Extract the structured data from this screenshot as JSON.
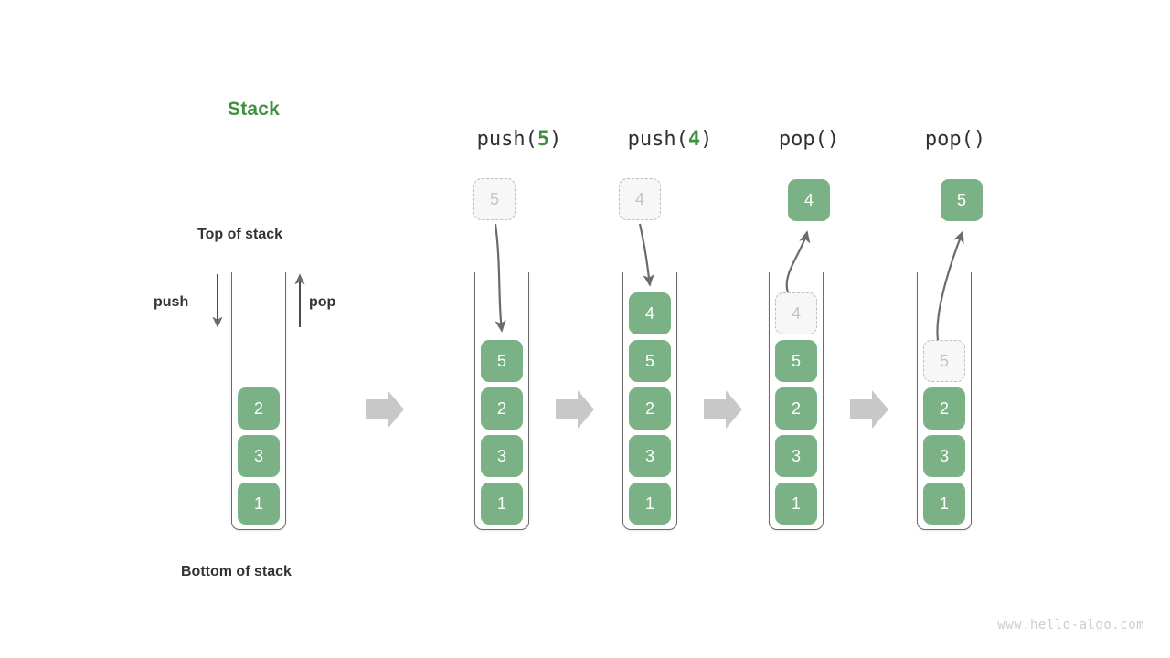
{
  "diagram": {
    "title": "Stack",
    "top_label": "Top of stack",
    "bottom_label": "Bottom of stack",
    "push_label": "push",
    "pop_label": "pop",
    "watermark": "www.hello-algo.com"
  },
  "colors": {
    "cell_fill": "#7ab286",
    "cell_text": "#ffffff",
    "ghost_fill": "#f7f7f7",
    "ghost_border": "#bdbdbd",
    "ghost_text": "#c4c4c4",
    "title_green": "#3f9142",
    "label_dark": "#333333",
    "arrow_gray": "#6b6b6b",
    "step_arrow_gray": "#c8c8c8",
    "container_border": "#6b6b6b",
    "watermark_gray": "#cdcdcd"
  },
  "columns": [
    {
      "id": "initial",
      "op_label": null,
      "op_prefix": "",
      "op_number": "",
      "op_suffix": "",
      "cells": [
        "2",
        "3",
        "1"
      ],
      "incoming": null,
      "ghost_in_stack": null,
      "popped": null
    },
    {
      "id": "push-5",
      "op_label": "push(5)",
      "op_prefix": "push(",
      "op_number": "5",
      "op_suffix": ")",
      "cells": [
        "5",
        "2",
        "3",
        "1"
      ],
      "incoming": "5",
      "ghost_in_stack": null,
      "popped": null
    },
    {
      "id": "push-4",
      "op_label": "push(4)",
      "op_prefix": "push(",
      "op_number": "4",
      "op_suffix": ")",
      "cells": [
        "4",
        "5",
        "2",
        "3",
        "1"
      ],
      "incoming": "4",
      "ghost_in_stack": null,
      "popped": null
    },
    {
      "id": "pop-4",
      "op_label": "pop()",
      "op_prefix": "pop(",
      "op_number": "",
      "op_suffix": ")",
      "cells": [
        "5",
        "2",
        "3",
        "1"
      ],
      "incoming": null,
      "ghost_in_stack": "4",
      "popped": "4"
    },
    {
      "id": "pop-5",
      "op_label": "pop()",
      "op_prefix": "pop(",
      "op_number": "",
      "op_suffix": ")",
      "cells": [
        "2",
        "3",
        "1"
      ],
      "incoming": null,
      "ghost_in_stack": "5",
      "popped": "5"
    }
  ],
  "step_arrows": [
    {
      "id": "step-arrow-1"
    },
    {
      "id": "step-arrow-2"
    },
    {
      "id": "step-arrow-3"
    },
    {
      "id": "step-arrow-4"
    }
  ]
}
